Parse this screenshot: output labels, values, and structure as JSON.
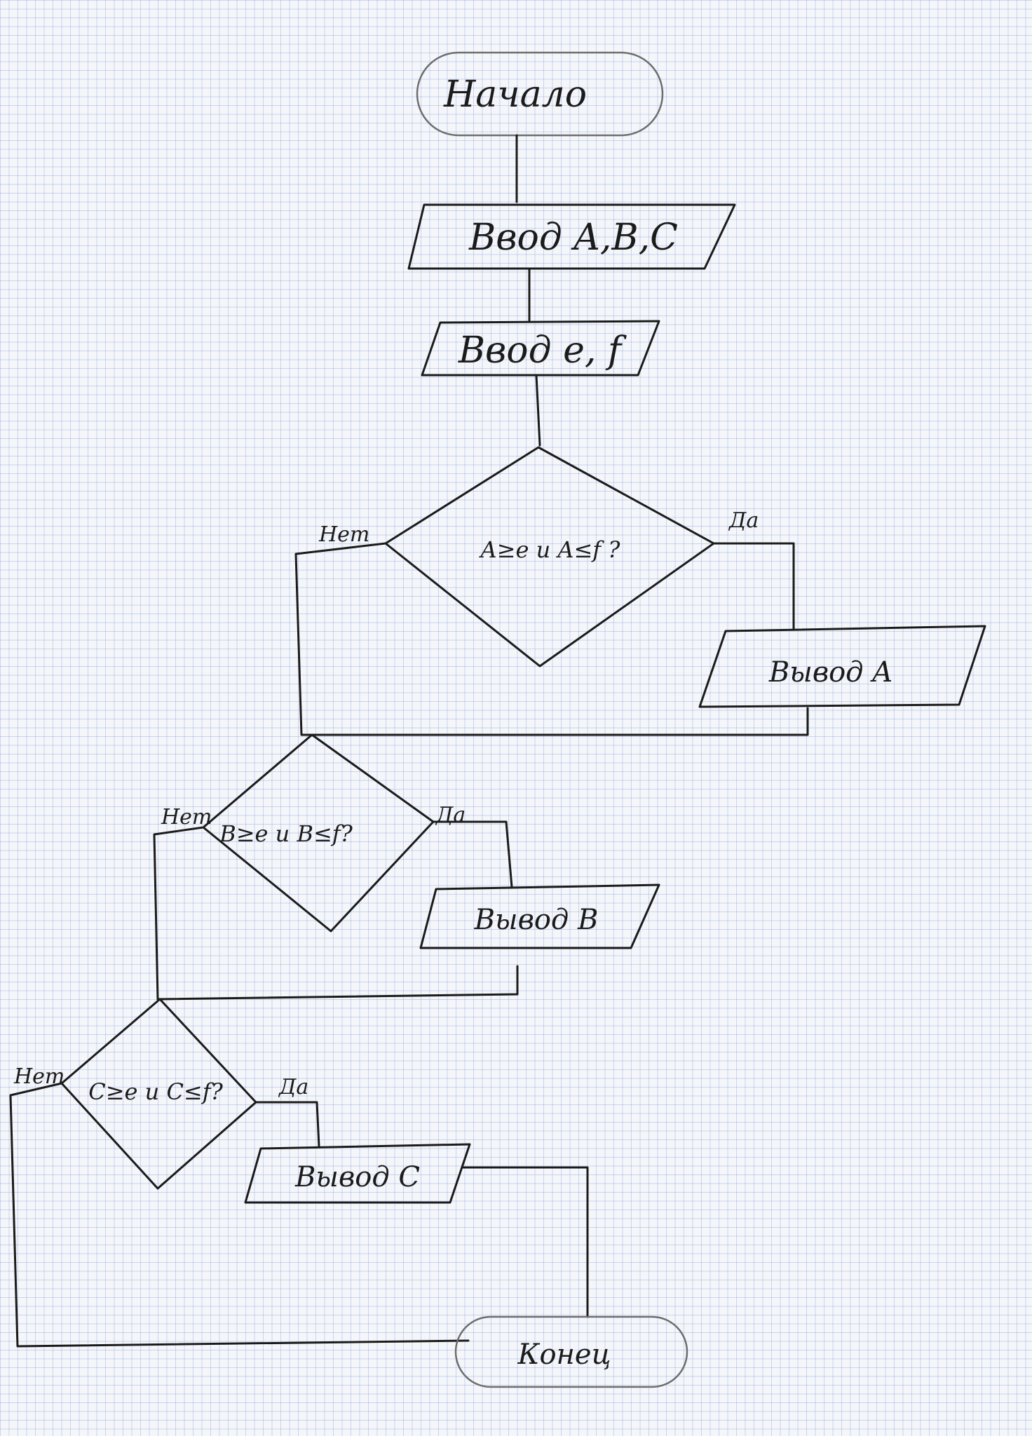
{
  "nodes": {
    "start": "Начало",
    "input_abc": "Ввод A,B,C",
    "input_ef": "Ввод e, f",
    "cond_a": "A≥e и A≤f ?",
    "out_a": "Вывод A",
    "cond_b": "B≥e и B≤f?",
    "out_b": "Вывод B",
    "cond_c": "C≥e и C≤f?",
    "out_c": "Вывод C",
    "end": "Конец"
  },
  "branches": {
    "yes": "Да",
    "no": "Нет"
  }
}
